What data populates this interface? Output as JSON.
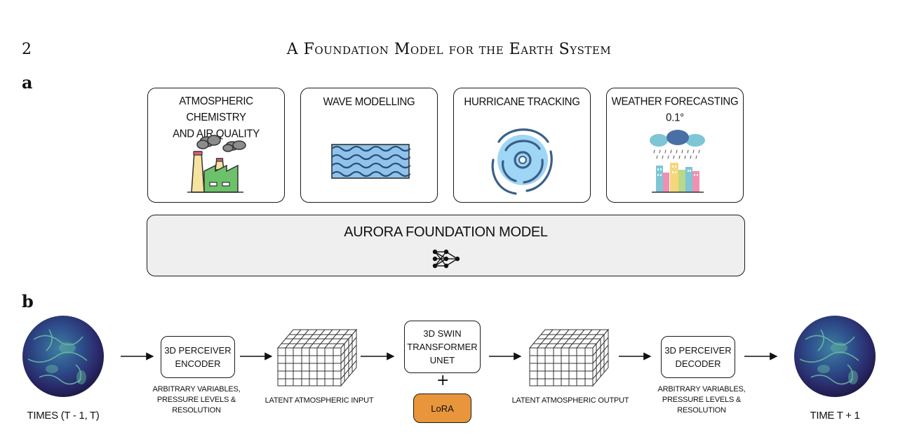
{
  "header": {
    "page_number": "2",
    "title": "A Foundation Model for the Earth System"
  },
  "panel_a": {
    "label": "a",
    "applications": [
      {
        "title": "ATMOSPHERIC CHEMISTRY\nAND AIR QUALITY",
        "icon": "factory-icon"
      },
      {
        "title": "WAVE MODELLING",
        "icon": "waves-icon"
      },
      {
        "title": "HURRICANE TRACKING",
        "icon": "hurricane-icon"
      },
      {
        "title": "WEATHER FORECASTING\n0.1°",
        "icon": "city-rain-icon"
      }
    ],
    "model": {
      "title": "AURORA FOUNDATION MODEL",
      "icon": "neural-network-icon"
    }
  },
  "panel_b": {
    "label": "b",
    "input_caption": "TIMES (T - 1, T)",
    "output_caption": "TIME T + 1",
    "encoder": {
      "label": "3D PERCEIVER\nENCODER",
      "caption": "ARBITRARY VARIABLES,\nPRESSURE LEVELS & RESOLUTION"
    },
    "latent_input_caption": "LATENT ATMOSPHERIC INPUT",
    "backbone": {
      "label": "3D SWIN\nTRANSFORMER\nUNET"
    },
    "plus": "+",
    "lora": {
      "label": "LoRA",
      "color": "#e8953b"
    },
    "latent_output_caption": "LATENT ATMOSPHERIC OUTPUT",
    "decoder": {
      "label": "3D PERCEIVER\nDECODER",
      "caption": "ARBITRARY VARIABLES,\nPRESSURE LEVELS & RESOLUTION"
    }
  }
}
